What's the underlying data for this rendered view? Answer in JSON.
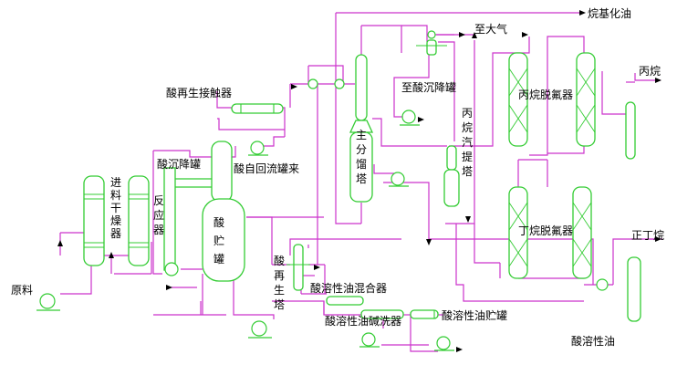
{
  "labels": {
    "alkylate_oil": "烷基化油",
    "to_atmosphere": "至大气",
    "acid_regen_contactor": "酸再生接触器",
    "to_acid_settler": "至酸沉降罐",
    "propane_dehalogenator": "丙烷脱氟器",
    "propane": "丙烷",
    "main_fractionator": [
      "主",
      "分",
      "馏",
      "塔"
    ],
    "propane_stripper": [
      "丙",
      "烷",
      "汽",
      "提",
      "塔"
    ],
    "acid_settler": "酸沉降罐",
    "acid_reflux_drum": "酸自回流罐来",
    "feed_dryer": [
      "进",
      "料",
      "干",
      "燥",
      "器"
    ],
    "reactor": [
      "反",
      "应",
      "器"
    ],
    "acid_storage": [
      "酸",
      "贮",
      "罐"
    ],
    "butane_dehalogenator": "丁烷脱氟器",
    "n_butane": "正丁烷",
    "raw_material": "原料",
    "acid_regen_tower": [
      "酸",
      "再",
      "生",
      "塔"
    ],
    "acid_soluble_oil_mixer": "酸溶性油混合器",
    "acid_soluble_oil_washer": "酸溶性油碱洗器",
    "acid_soluble_oil_tank": "酸溶性油贮罐",
    "acid_soluble_oil": "酸溶性油"
  },
  "colors": {
    "acid_line": "#cc33cc",
    "equipment": "#33cc33",
    "text": "#000000",
    "background": "#ffffff"
  }
}
